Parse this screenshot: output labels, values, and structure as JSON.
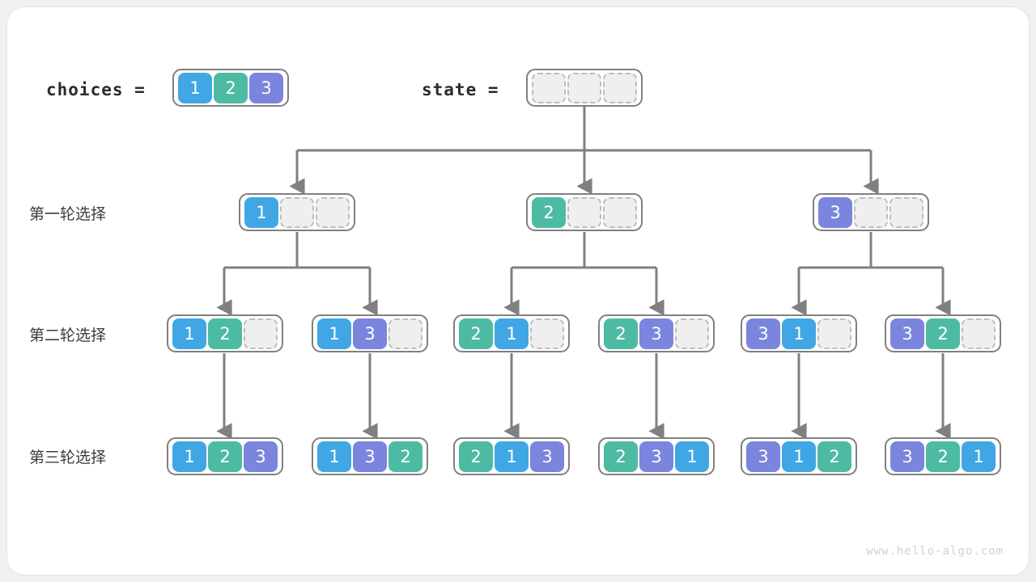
{
  "page": {
    "watermark": "www.hello-algo.com",
    "background_color": "#f0f0f0",
    "card_color": "#ffffff",
    "edge_color": "#808080"
  },
  "palette": {
    "value_1": "#41a7e4",
    "value_2": "#4dbba4",
    "value_3": "#7b85dd",
    "empty_cell": "#efefef",
    "empty_border": "#bdbdbd"
  },
  "header": {
    "choices_label": "choices =",
    "state_label": "state =",
    "choices_cells": [
      "1",
      "2",
      "3"
    ],
    "state_cells": [
      "",
      "",
      ""
    ]
  },
  "row_labels": {
    "round1": "第一轮选择",
    "round2": "第二轮选择",
    "round3": "第三轮选择"
  },
  "tree": {
    "level1": [
      {
        "cells": [
          "1",
          "",
          ""
        ]
      },
      {
        "cells": [
          "2",
          "",
          ""
        ]
      },
      {
        "cells": [
          "3",
          "",
          ""
        ]
      }
    ],
    "level2": [
      {
        "cells": [
          "1",
          "2",
          ""
        ]
      },
      {
        "cells": [
          "1",
          "3",
          ""
        ]
      },
      {
        "cells": [
          "2",
          "1",
          ""
        ]
      },
      {
        "cells": [
          "2",
          "3",
          ""
        ]
      },
      {
        "cells": [
          "3",
          "1",
          ""
        ]
      },
      {
        "cells": [
          "3",
          "2",
          ""
        ]
      }
    ],
    "level3": [
      {
        "cells": [
          "1",
          "2",
          "3"
        ]
      },
      {
        "cells": [
          "1",
          "3",
          "2"
        ]
      },
      {
        "cells": [
          "2",
          "1",
          "3"
        ]
      },
      {
        "cells": [
          "2",
          "3",
          "1"
        ]
      },
      {
        "cells": [
          "3",
          "1",
          "2"
        ]
      },
      {
        "cells": [
          "3",
          "2",
          "1"
        ]
      }
    ]
  }
}
